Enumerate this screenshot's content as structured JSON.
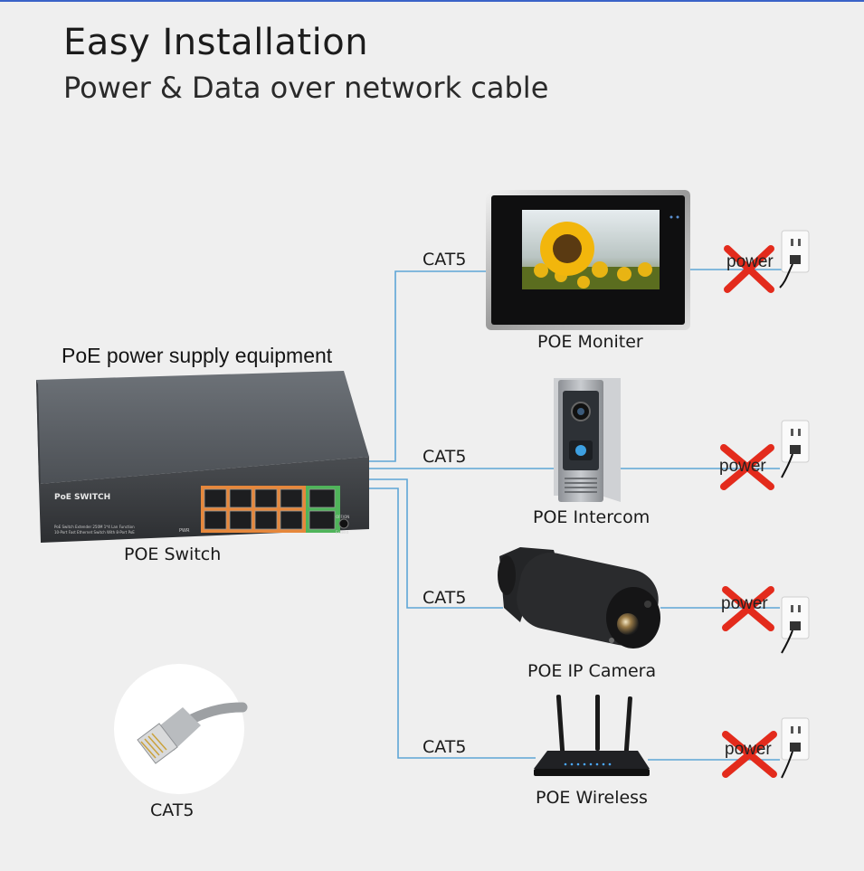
{
  "header": {
    "title": "Easy Installation",
    "subtitle": "Power & Data over network cable"
  },
  "source": {
    "label": "PoE power supply equipment",
    "switch_caption": "POE Switch",
    "switch_brand": "PoE SWITCH",
    "switch_fine_print_1": "PoE Switch Extender 250M 1*4 Lan Function",
    "switch_fine_print_2": "10-Port Fast Ethernet Switch With 8-Port PoE",
    "pwr_label": "PWR",
    "dip_label_top": "OFF/ON",
    "dip_label_bottom": "Extend"
  },
  "cable_sample": {
    "caption": "CAT5"
  },
  "devices": [
    {
      "name": "POE Moniter",
      "cable": "CAT5",
      "power": "power"
    },
    {
      "name": "POE Intercom",
      "cable": "CAT5",
      "power": "power"
    },
    {
      "name": "POE IP Camera",
      "cable": "CAT5",
      "power": "power"
    },
    {
      "name": "POE Wireless",
      "cable": "CAT5",
      "power": "power"
    }
  ],
  "colors": {
    "cable_line": "#5ea6d6",
    "cross": "#e32b1c",
    "title_bar": "#3a63c8",
    "background": "#efefef"
  },
  "icons": [
    "rj45-plug-icon",
    "wall-outlet-icon",
    "cross-icon",
    "poe-switch-icon",
    "monitor-icon",
    "intercom-icon",
    "camera-icon",
    "router-icon"
  ]
}
